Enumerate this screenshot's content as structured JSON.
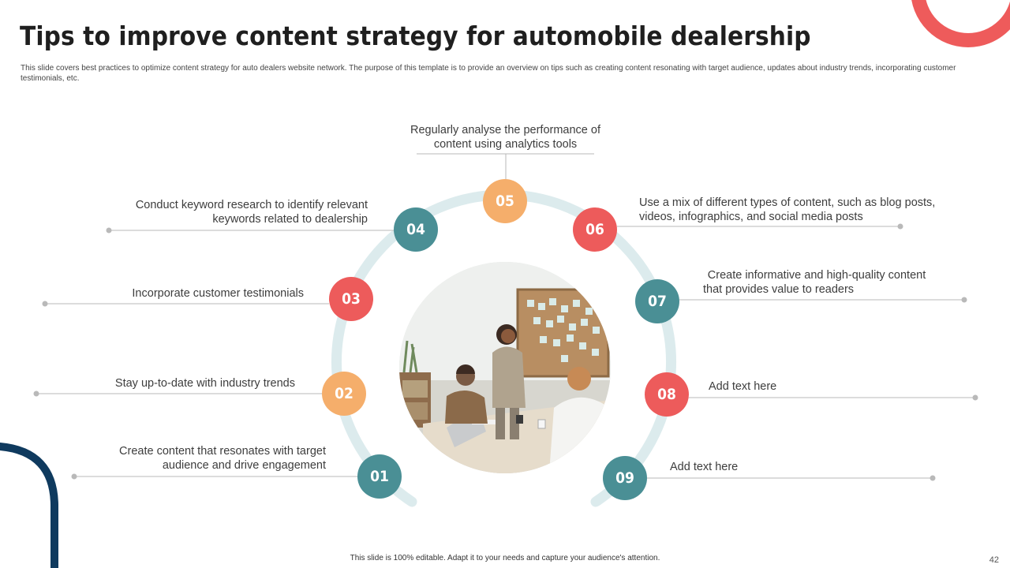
{
  "title": "Tips to improve content strategy for automobile dealership",
  "subtitle": "This slide covers best practices to optimize content strategy for auto dealers website network. The purpose of this template is to provide an overview on tips such as creating content resonating with target audience, updates about industry trends, incorporating customer testimonials, etc.",
  "colors": {
    "teal": "#4a8f95",
    "red": "#ed5b5b",
    "orange": "#f5ae6b",
    "ring": "#dcebed",
    "navy": "#0f3a5e",
    "coral": "#ee5b5b"
  },
  "tips": [
    {
      "num": "01",
      "text": [
        "Create content that resonates with target",
        "audience and drive engagement"
      ]
    },
    {
      "num": "02",
      "text": [
        "Stay up-to-date with industry trends"
      ]
    },
    {
      "num": "03",
      "text": [
        "Incorporate customer testimonials"
      ]
    },
    {
      "num": "04",
      "text": [
        "Conduct keyword research to identify relevant",
        "keywords related to dealership"
      ]
    },
    {
      "num": "05",
      "text": [
        "Regularly analyse the performance of",
        "content using analytics tools"
      ]
    },
    {
      "num": "06",
      "text": [
        "Use a mix of different types of content, such as blog posts,",
        "videos, infographics, and social media posts"
      ]
    },
    {
      "num": "07",
      "text": [
        "Create informative and high-quality content",
        "that provides value to readers"
      ]
    },
    {
      "num": "08",
      "text": [
        "Add text here"
      ]
    },
    {
      "num": "09",
      "text": [
        "Add text here"
      ]
    }
  ],
  "footer": "This slide is 100% editable. Adapt it to your needs and capture your audience's attention.",
  "page_number": "42",
  "photo_icon": "office-meeting-photo"
}
